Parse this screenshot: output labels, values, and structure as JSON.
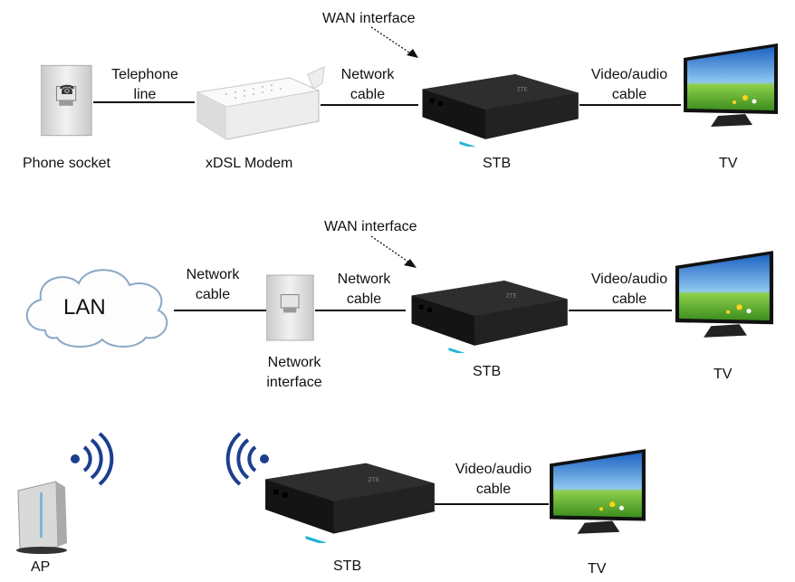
{
  "row1": {
    "wan_label": "WAN interface",
    "telephone_label": [
      "Telephone",
      "line"
    ],
    "network_cable_label": [
      "Network",
      "cable"
    ],
    "video_audio_label": [
      "Video/audio",
      "cable"
    ],
    "phone_socket": "Phone socket",
    "modem": "xDSL Modem",
    "stb": "STB",
    "tv": "TV"
  },
  "row2": {
    "wan_label": "WAN interface",
    "lan": "LAN",
    "network_cable_left": [
      "Network",
      "cable"
    ],
    "network_cable_right": [
      "Network",
      "cable"
    ],
    "network_interface": [
      "Network",
      "interface"
    ],
    "video_audio_label": [
      "Video/audio",
      "cable"
    ],
    "stb": "STB",
    "tv": "TV"
  },
  "row3": {
    "ap": "AP",
    "stb": "STB",
    "video_audio_label": [
      "Video/audio",
      "cable"
    ],
    "tv": "TV"
  },
  "colors": {
    "stb_body": "#2a2a2a",
    "stb_led": "#1fb5d6",
    "wifi": "#1c3f8f",
    "tv_sky": "#2f7fd0",
    "tv_grass": "#5fae2f",
    "line": "#111111"
  }
}
